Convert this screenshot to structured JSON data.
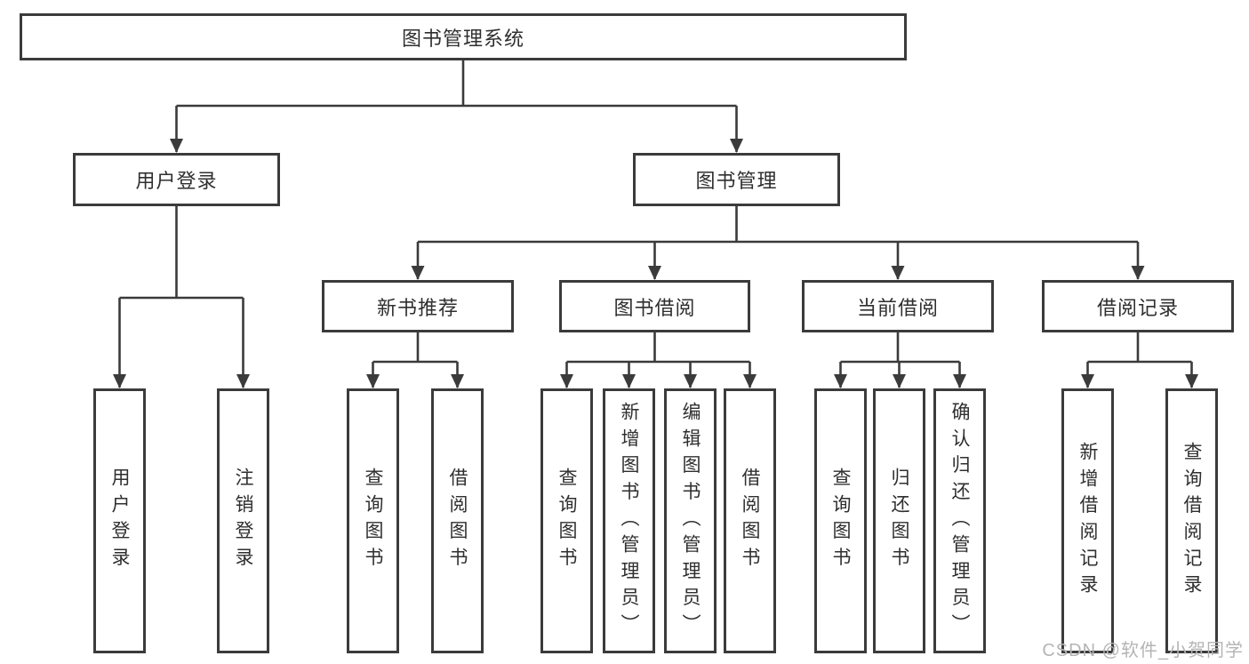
{
  "tree": {
    "root": "图书管理系统",
    "branches": [
      {
        "label": "用户登录",
        "children": [
          "用户登录",
          "注销登录"
        ]
      },
      {
        "label": "图书管理",
        "children": [
          {
            "label": "新书推荐",
            "children": [
              "查询图书",
              "借阅图书"
            ]
          },
          {
            "label": "图书借阅",
            "children": [
              "查询图书",
              "新增图书（管理员）",
              "编辑图书（管理员）",
              "借阅图书"
            ]
          },
          {
            "label": "当前借阅",
            "children": [
              "查询图书",
              "归还图书",
              "确认归还（管理员）"
            ]
          },
          {
            "label": "借阅记录",
            "children": [
              "新增借阅记录",
              "查询借阅记录"
            ]
          }
        ]
      }
    ]
  },
  "watermark": "CSDN @软件_小贺同学",
  "colors": {
    "line": "#3b3b3b",
    "text": "#2f2f2f",
    "watermark": "#b4b4b4"
  }
}
